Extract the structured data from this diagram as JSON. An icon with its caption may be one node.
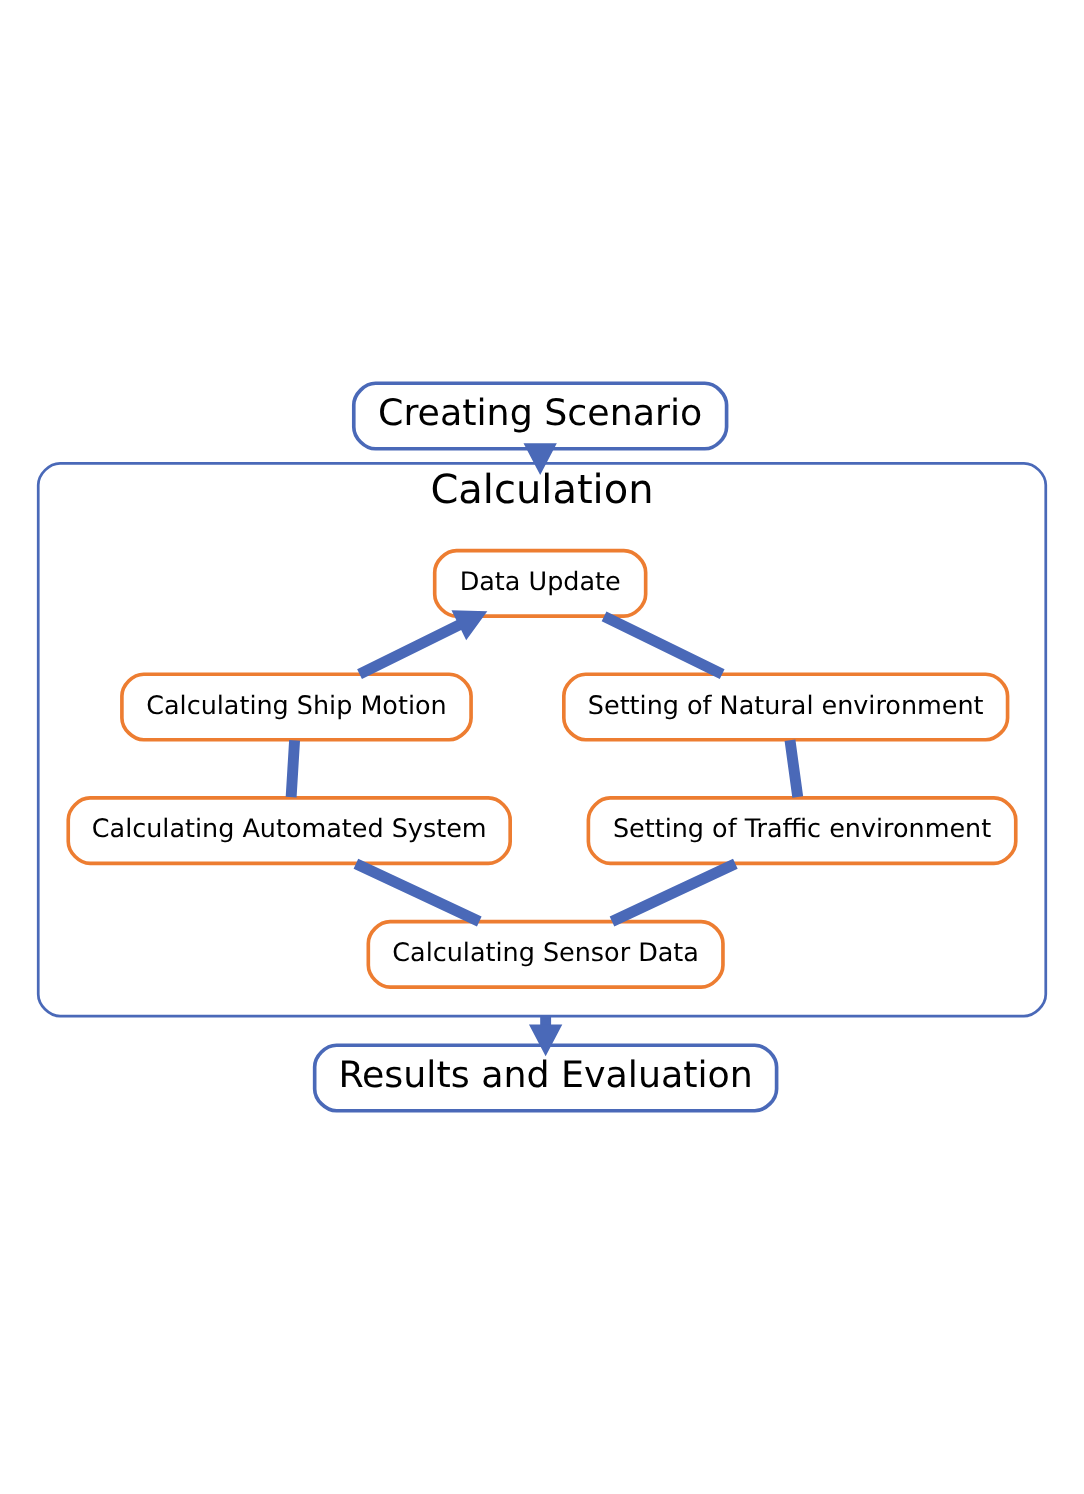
{
  "diagram": {
    "nodes": [
      {
        "text": [
          "Creating Scenario"
        ]
      },
      {
        "text": [
          "Calculation"
        ]
      },
      {
        "text": [
          "Data Update"
        ],
        "in": 1
      },
      {
        "text": [
          "Setting of Natural environment"
        ],
        "in": 1
      },
      {
        "text": [
          "Setting of Traffic environment"
        ],
        "in": 1
      },
      {
        "text": [
          "Calculating Sensor Data"
        ],
        "in": 1
      },
      {
        "text": [
          "Calculating Automated System"
        ],
        "in": 1
      },
      {
        "text": [
          "Calculating Ship Motion"
        ],
        "in": 1
      },
      {
        "text": [
          "Results and Evaluation"
        ]
      }
    ],
    "edges": [
      {
        "from": 0,
        "to": 1,
        "arrow": "to"
      },
      {
        "from": 2,
        "to": 3,
        "arrow": "none"
      },
      {
        "from": 3,
        "to": 4,
        "arrow": "none"
      },
      {
        "from": 4,
        "to": 5,
        "arrow": "none"
      },
      {
        "from": 5,
        "to": 6,
        "arrow": "none"
      },
      {
        "from": 6,
        "to": 7,
        "arrow": "none"
      },
      {
        "from": 7,
        "to": 2,
        "arrow": "to"
      },
      {
        "from": 1,
        "to": 8,
        "arrow": "to"
      }
    ]
  }
}
